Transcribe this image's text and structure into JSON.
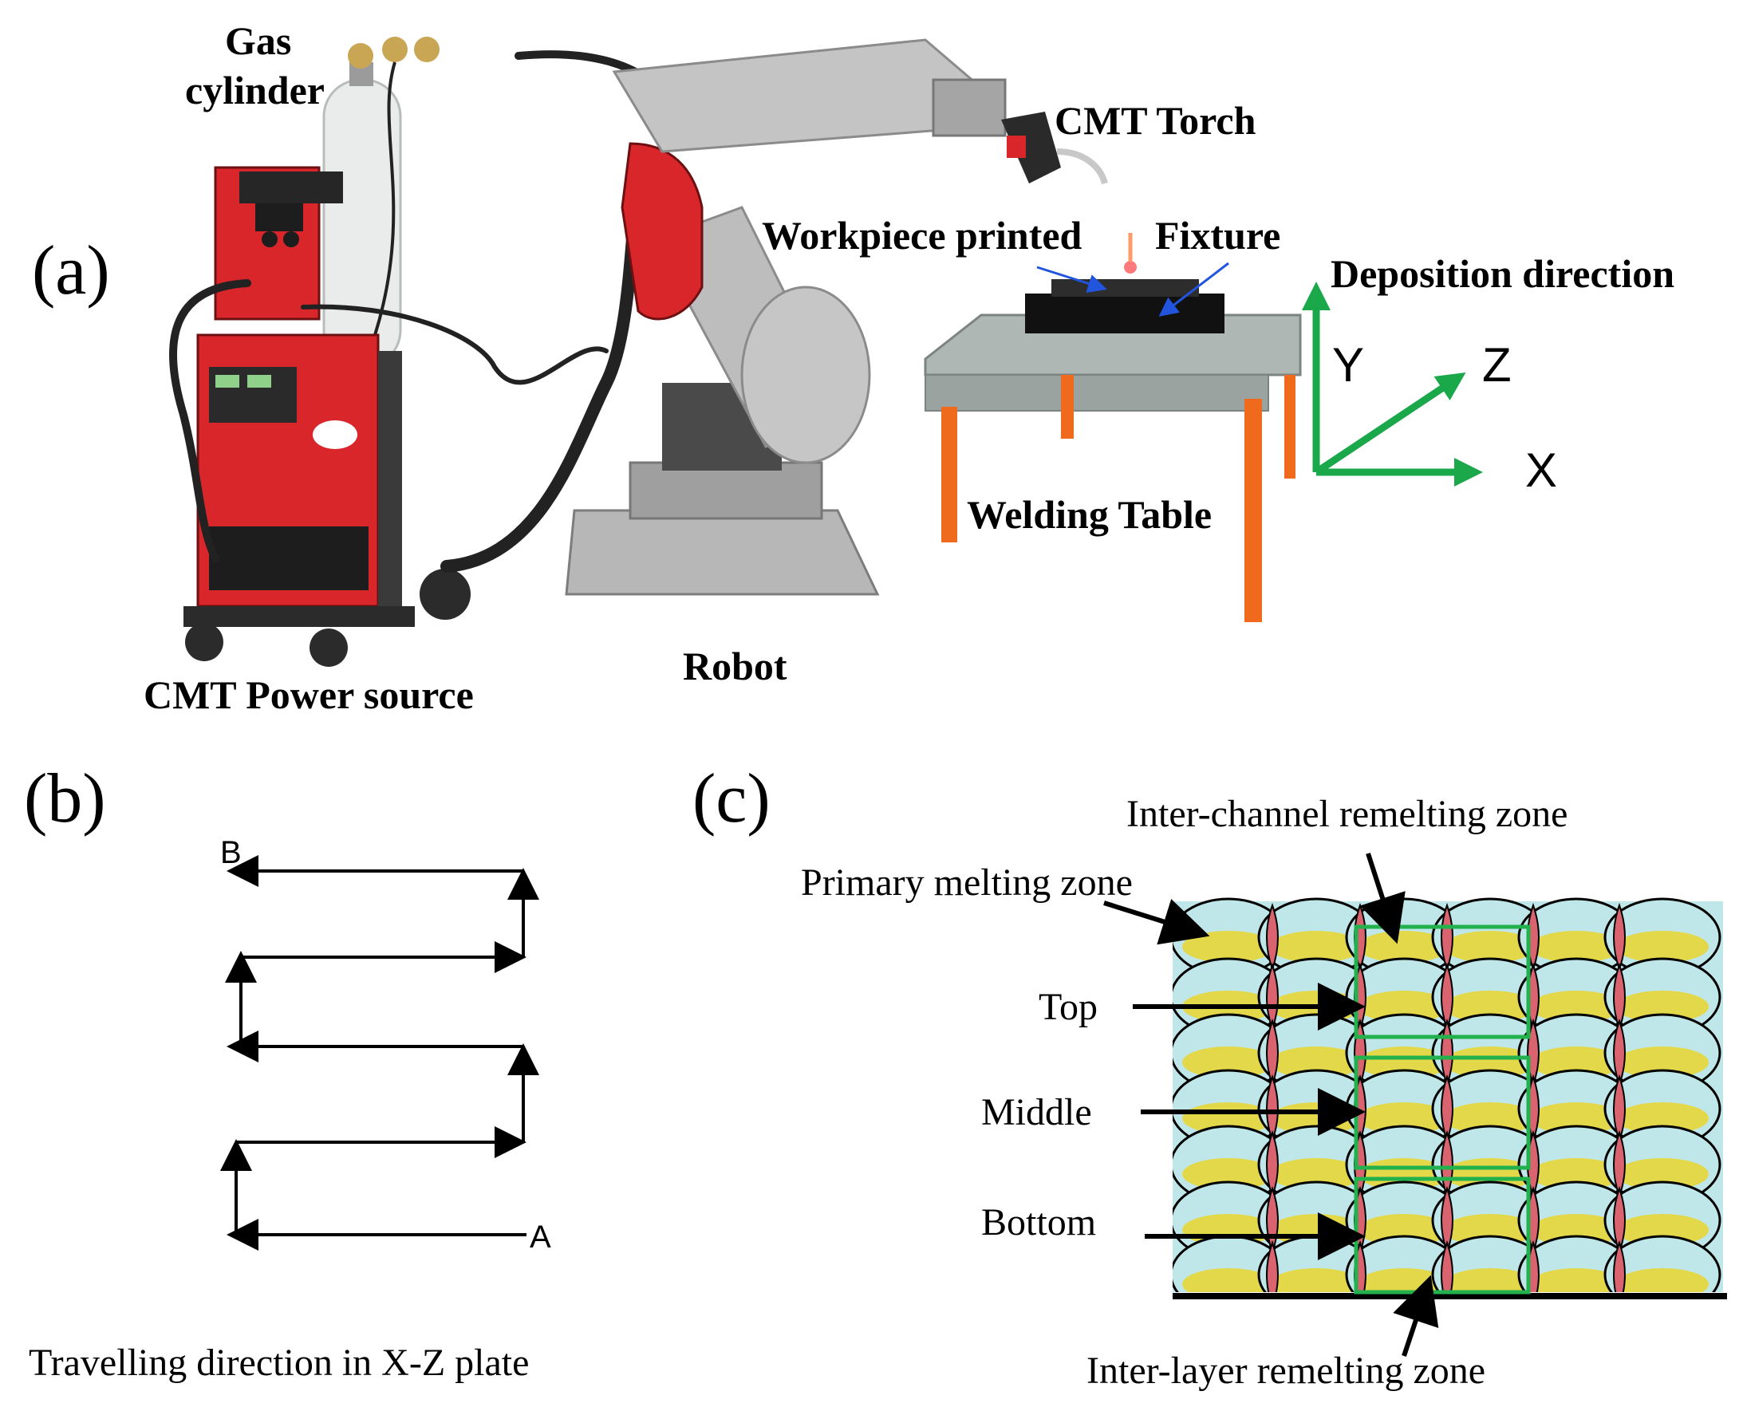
{
  "panels": {
    "a": {
      "letter": "(a)",
      "labels": {
        "gas_cylinder_line1": "Gas",
        "gas_cylinder_line2": "cylinder",
        "cmt_torch": "CMT Torch",
        "workpiece_printed": "Workpiece printed",
        "fixture": "Fixture",
        "deposition_direction": "Deposition direction",
        "welding_table": "Welding Table",
        "robot": "Robot",
        "cmt_power_source": "CMT Power source"
      },
      "axes": {
        "y": "Y",
        "z": "Z",
        "x": "X"
      },
      "colors": {
        "axis_arrow": "#1aa84a",
        "machine_red": "#d8262b",
        "robot_grey": "#a9a9a9",
        "table_leg": "#f06a1e",
        "leader_arrow": "#2255dd"
      }
    },
    "b": {
      "letter": "(b)",
      "point_start": "A",
      "point_end": "B",
      "caption": "Travelling direction in X-Z plate"
    },
    "c": {
      "letter": "(c)",
      "labels": {
        "inter_channel": "Inter-channel remelting zone",
        "primary_melting": "Primary melting zone",
        "top": "Top",
        "middle": "Middle",
        "bottom": "Bottom",
        "inter_layer": "Inter-layer remelting zone"
      },
      "colors": {
        "bead_fill": "#bfe7ea",
        "core_fill": "#e3d84a",
        "remelt_fill": "#d9646f",
        "box_stroke": "#23b14d"
      }
    }
  }
}
